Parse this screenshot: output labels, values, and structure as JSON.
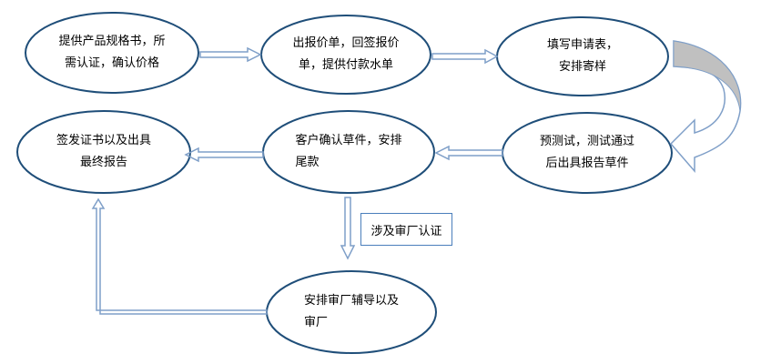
{
  "colors": {
    "ellipse_border": "#1f4e79",
    "arrow_stroke": "#7f9fc8",
    "curved_arrow_fill": "#c0c0c0",
    "label_border": "#4a7ebb"
  },
  "nodes": {
    "n1": [
      "提供产品规格书，所",
      "需认证，确认价格"
    ],
    "n2": [
      "出报价单，回签报价",
      "单，提供付款水单"
    ],
    "n3": [
      "填写申请表，",
      "安排寄样"
    ],
    "n4": [
      "预测试，测试通过",
      "后出具报告草件"
    ],
    "n5": [
      "客户确认草件，安排",
      "尾款"
    ],
    "n6": [
      "签发证书以及出具",
      "最终报告"
    ],
    "n7": [
      "安排审厂辅导以及",
      "审厂"
    ]
  },
  "branch_label": "涉及审厂认证"
}
